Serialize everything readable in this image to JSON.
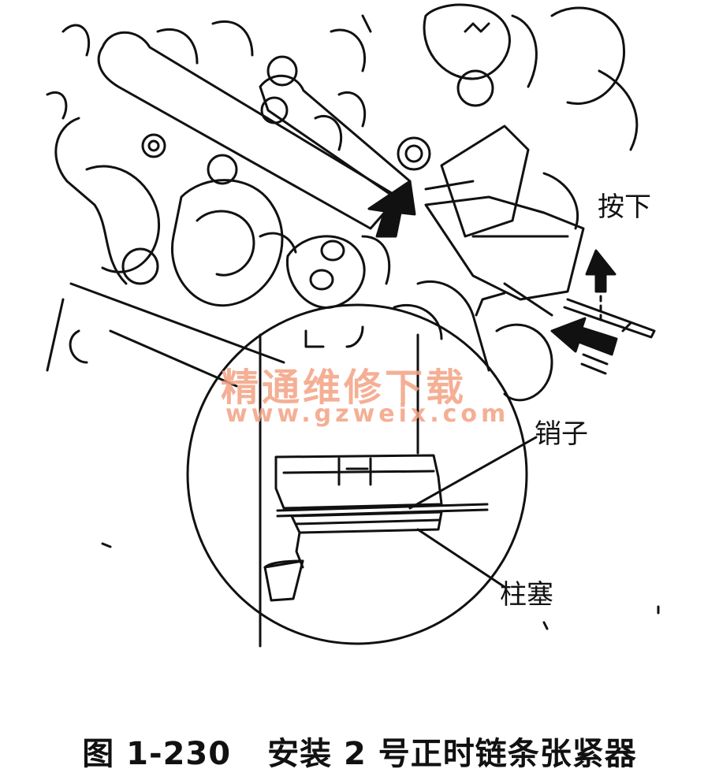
{
  "labels": {
    "press": "按下",
    "pin": "销子",
    "plunger": "柱塞"
  },
  "caption": {
    "figure_number": "图 1-230",
    "title": "安装 2 号正时链条张紧器"
  },
  "watermark": {
    "text": "精通维修下载",
    "url": "www.gzweix.com",
    "color": "#f3a283"
  },
  "colors": {
    "ink": "#111111",
    "background": "#ffffff"
  }
}
